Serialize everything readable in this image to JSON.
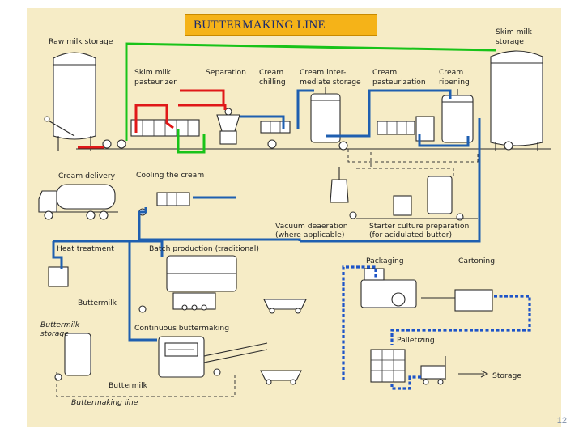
{
  "title": "BUTTERMAKING LINE",
  "slide_number": "12",
  "labels": {
    "raw_milk_storage": "Raw milk storage",
    "skim_milk_storage_1": "Skim milk",
    "skim_milk_storage_2": "storage",
    "skim_milk_pasteurizer_1": "Skim milk",
    "skim_milk_pasteurizer_2": "pasteurizer",
    "separation": "Separation",
    "cream_chilling_1": "Cream",
    "cream_chilling_2": "chilling",
    "cream_intermediate_1": "Cream inter-",
    "cream_intermediate_2": "mediate storage",
    "cream_pasteurization_1": "Cream",
    "cream_pasteurization_2": "pasteurization",
    "cream_ripening_1": "Cream",
    "cream_ripening_2": "ripening",
    "cream_delivery": "Cream delivery",
    "cooling_the_cream": "Cooling the cream",
    "vacuum_deaeration_1": "Vacuum deaeration",
    "vacuum_deaeration_2": "(where applicable)",
    "starter_culture_1": "Starter culture preparation",
    "starter_culture_2": "(for acidulated butter)",
    "heat_treatment": "Heat treatment",
    "batch_production": "Batch production (traditional)",
    "packaging": "Packaging",
    "cartoning": "Cartoning",
    "buttermilk_1": "Buttermilk",
    "buttermilk_storage_1": "Buttermilk",
    "buttermilk_storage_2": "storage",
    "continuous_buttermaking": "Continuous buttermaking",
    "palletizing": "Palletizing",
    "storage": "Storage",
    "buttermilk_2": "Buttermilk",
    "caption": "Buttermaking line"
  },
  "colors": {
    "panel": "#f6ecc6",
    "title_box": "#f5b318",
    "title_text": "#1b2a6e",
    "line_red": "#e01818",
    "line_green": "#19c319",
    "line_blue": "#1f5fb0",
    "line_blue_dashed": "#1d54c8"
  }
}
